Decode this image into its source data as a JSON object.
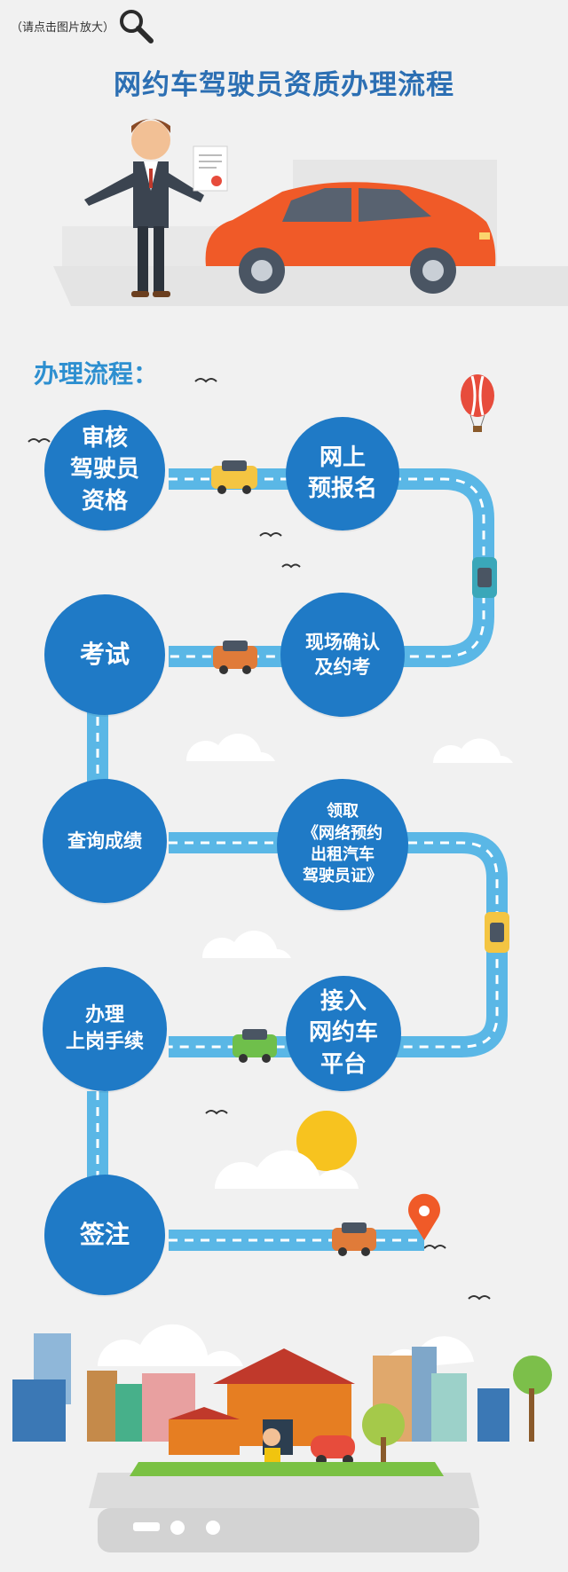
{
  "header": {
    "zoom_hint": "（请点击图片放大）",
    "title": "网约车驾驶员资质办理流程"
  },
  "section_label": "办理流程：",
  "steps": [
    {
      "label": "审核\n驾驶员\n资格"
    },
    {
      "label": "网上\n预报名"
    },
    {
      "label": "现场确认\n及约考"
    },
    {
      "label": "考试"
    },
    {
      "label": "查询成绩"
    },
    {
      "label": "领取\n《网络预约\n出租汽车\n驾驶员证》"
    },
    {
      "label": "接入\n网约车\n平台"
    },
    {
      "label": "办理\n上岗手续"
    },
    {
      "label": "签注"
    }
  ],
  "colors": {
    "step_circle": "#1f7ac6",
    "road": "#5ab7e6",
    "title": "#2c6fb3",
    "car": "#f05a28"
  }
}
